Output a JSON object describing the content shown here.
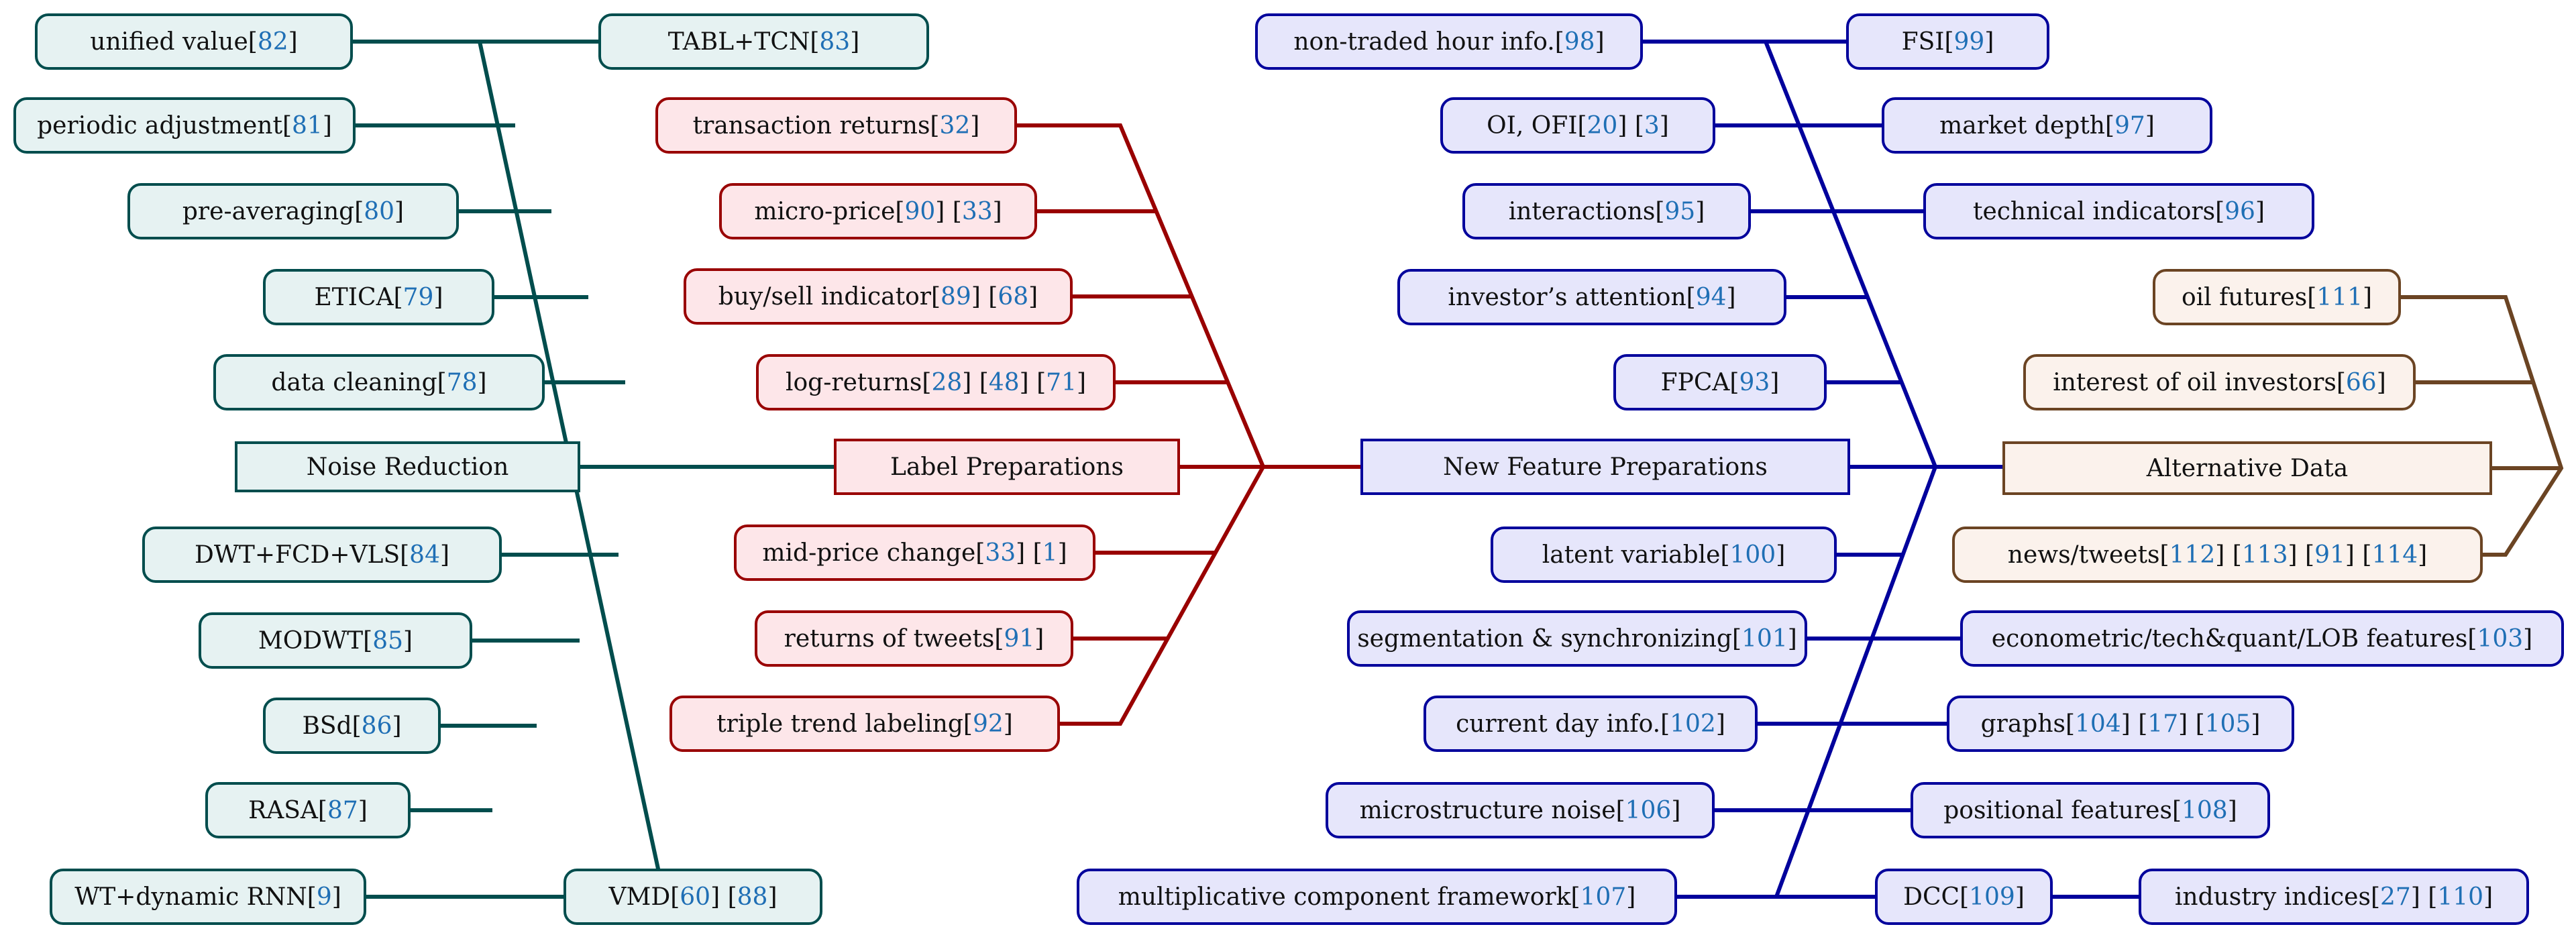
{
  "colors": {
    "noise_edge": "#004d4d",
    "noise_fill": "#e6f2f2",
    "label_edge": "#990000",
    "label_fill": "#fde6e9",
    "feature_edge": "#00009c",
    "feature_fill": "#e6e6fb",
    "alt_edge": "#6b4423",
    "alt_fill": "#fbf2ec",
    "ref_color": "#1f6fb5"
  },
  "groups": {
    "noise": {
      "title": "Noise Reduction",
      "items": [
        {
          "label": "unified value",
          "refs": [
            "82"
          ]
        },
        {
          "label": "TABL+TCN",
          "refs": [
            "83"
          ]
        },
        {
          "label": "periodic adjustment",
          "refs": [
            "81"
          ]
        },
        {
          "label": "pre-averaging",
          "refs": [
            "80"
          ]
        },
        {
          "label": "ETICA",
          "refs": [
            "79"
          ]
        },
        {
          "label": "data cleaning",
          "refs": [
            "78"
          ]
        },
        {
          "label": "DWT+FCD+VLS",
          "refs": [
            "84"
          ]
        },
        {
          "label": "MODWT",
          "refs": [
            "85"
          ]
        },
        {
          "label": "BSd",
          "refs": [
            "86"
          ]
        },
        {
          "label": "RASA",
          "refs": [
            "87"
          ]
        },
        {
          "label": "WT+dynamic RNN",
          "refs": [
            "9"
          ]
        },
        {
          "label": "VMD",
          "refs": [
            "60",
            "88"
          ]
        }
      ]
    },
    "label": {
      "title": "Label Preparations",
      "items": [
        {
          "label": "transaction returns",
          "refs": [
            "32"
          ]
        },
        {
          "label": "micro-price",
          "refs": [
            "90",
            "33"
          ]
        },
        {
          "label": "buy/sell indicator",
          "refs": [
            "89",
            "68"
          ]
        },
        {
          "label": "log-returns",
          "refs": [
            "28",
            "48",
            "71"
          ]
        },
        {
          "label": "mid-price change",
          "refs": [
            "33",
            "1"
          ]
        },
        {
          "label": "returns of tweets",
          "refs": [
            "91"
          ]
        },
        {
          "label": "triple trend labeling",
          "refs": [
            "92"
          ]
        }
      ]
    },
    "feature": {
      "title": "New Feature Preparations",
      "items": [
        {
          "label": "non-traded hour info.",
          "refs": [
            "98"
          ]
        },
        {
          "label": "FSI",
          "refs": [
            "99"
          ]
        },
        {
          "label": "OI, OFI",
          "refs": [
            "20",
            "3"
          ]
        },
        {
          "label": "market depth",
          "refs": [
            "97"
          ]
        },
        {
          "label": "interactions",
          "refs": [
            "95"
          ]
        },
        {
          "label": "technical indicators",
          "refs": [
            "96"
          ]
        },
        {
          "label": "investor’s attention",
          "refs": [
            "94"
          ]
        },
        {
          "label": "FPCA",
          "refs": [
            "93"
          ]
        },
        {
          "label": "latent variable",
          "refs": [
            "100"
          ]
        },
        {
          "label": "segmentation & synchronizing",
          "refs": [
            "101"
          ]
        },
        {
          "label": "econometric/tech&quant/LOB features",
          "refs": [
            "103"
          ]
        },
        {
          "label": "current day info.",
          "refs": [
            "102"
          ]
        },
        {
          "label": "graphs",
          "refs": [
            "104",
            "17",
            "105"
          ]
        },
        {
          "label": "microstructure noise",
          "refs": [
            "106"
          ]
        },
        {
          "label": "positional features",
          "refs": [
            "108"
          ]
        },
        {
          "label": "multiplicative component framework",
          "refs": [
            "107"
          ]
        },
        {
          "label": "DCC",
          "refs": [
            "109"
          ]
        },
        {
          "label": "industry indices",
          "refs": [
            "27",
            "110"
          ]
        }
      ]
    },
    "alt": {
      "title": "Alternative Data",
      "items": [
        {
          "label": "oil futures",
          "refs": [
            "111"
          ]
        },
        {
          "label": "interest of oil investors",
          "refs": [
            "66"
          ]
        },
        {
          "label": "news/tweets",
          "refs": [
            "112",
            "113",
            "91",
            "114"
          ]
        }
      ]
    }
  }
}
